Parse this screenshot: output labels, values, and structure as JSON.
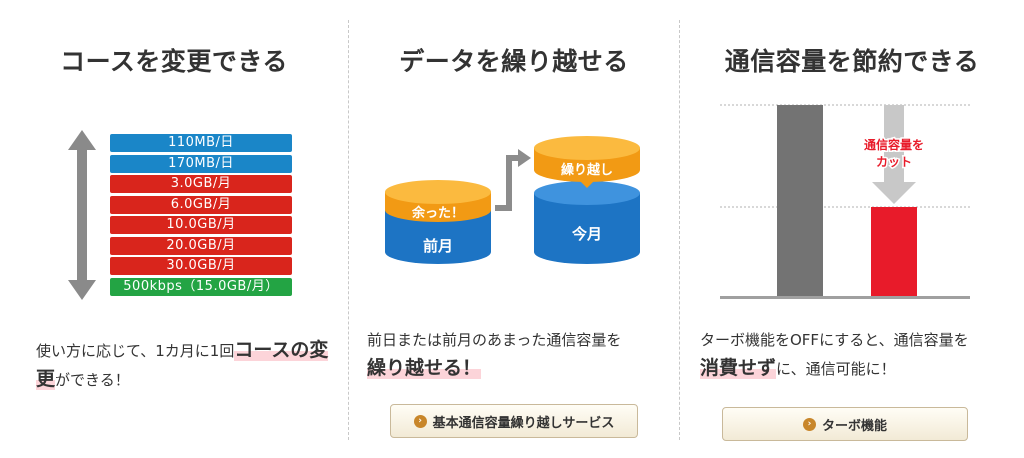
{
  "col1": {
    "heading": "コースを変更できる",
    "plans": [
      {
        "label": "110MB/日",
        "color": "#1a86c8"
      },
      {
        "label": "170MB/日",
        "color": "#1a86c8"
      },
      {
        "label": "3.0GB/月",
        "color": "#d9251c"
      },
      {
        "label": "6.0GB/月",
        "color": "#d9251c"
      },
      {
        "label": "10.0GB/月",
        "color": "#d9251c"
      },
      {
        "label": "20.0GB/月",
        "color": "#d9251c"
      },
      {
        "label": "30.0GB/月",
        "color": "#d9251c"
      },
      {
        "label": "500kbps（15.0GB/月）",
        "color": "#23a444"
      }
    ],
    "desc_pre": "使い方に応じて、1カ月に1回",
    "desc_em": "コースの変更",
    "desc_post": "ができる！"
  },
  "col2": {
    "heading": "データを繰り越せる",
    "prev_month": "前月",
    "leftover": "余った！",
    "this_month": "今月",
    "carryover": "繰り越し",
    "desc_pre": "前日または前月のあまった通信容量を",
    "desc_em": "繰り越せる！",
    "button": "基本通信容量繰り越しサービス"
  },
  "col3": {
    "heading": "通信容量を節約できる",
    "cut_label_1": "通信容量を",
    "cut_label_2": "カット",
    "desc_pre": "ターボ機能をOFFにすると、通信容量を",
    "desc_em": "消費せず",
    "desc_post": "に、通信可能に！",
    "button": "ターボ機能"
  },
  "colors": {
    "blue": "#1a86c8",
    "red": "#d9251c",
    "green": "#23a444",
    "orange": "#f39c12",
    "gray": "#737373",
    "bar_red": "#e81b2a"
  }
}
